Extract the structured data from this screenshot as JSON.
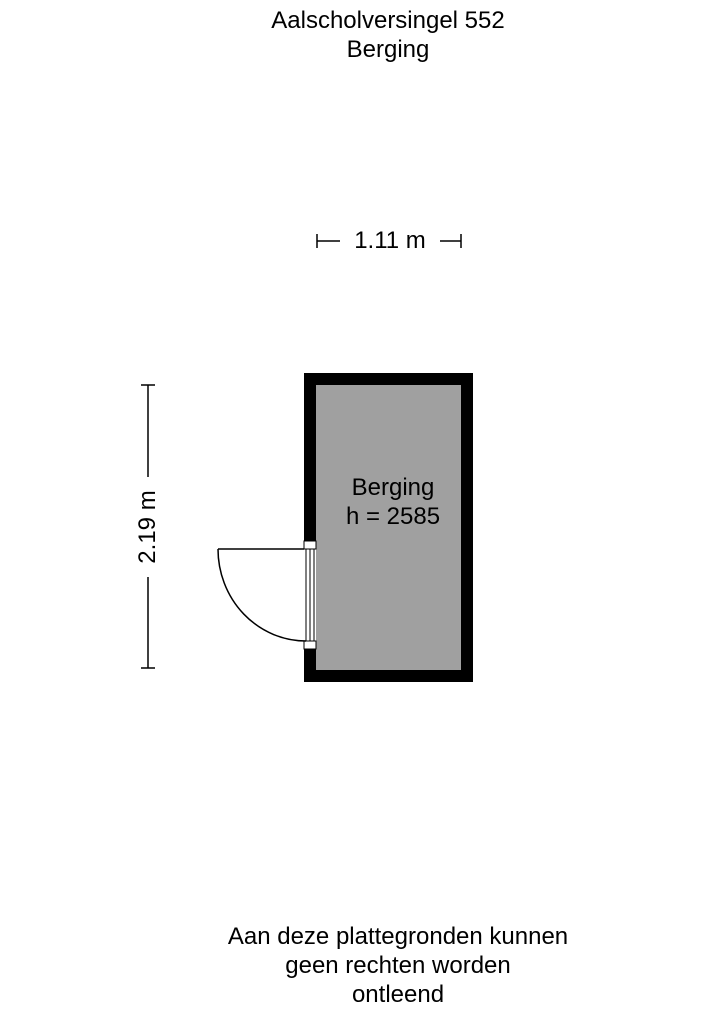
{
  "header": {
    "address": "Aalscholversingel 552",
    "floor_name": "Berging"
  },
  "dimensions": {
    "width_label": "1.11 m",
    "height_label": "2.19 m"
  },
  "room": {
    "name": "Berging",
    "height_text": "h = 2585"
  },
  "footer": {
    "disclaimer_line1": "Aan deze plattegronden kunnen",
    "disclaimer_line2": "geen rechten worden",
    "disclaimer_line3": "ontleend"
  },
  "colors": {
    "wall": "#000000",
    "floor": "#a0a0a0",
    "background": "#ffffff"
  }
}
